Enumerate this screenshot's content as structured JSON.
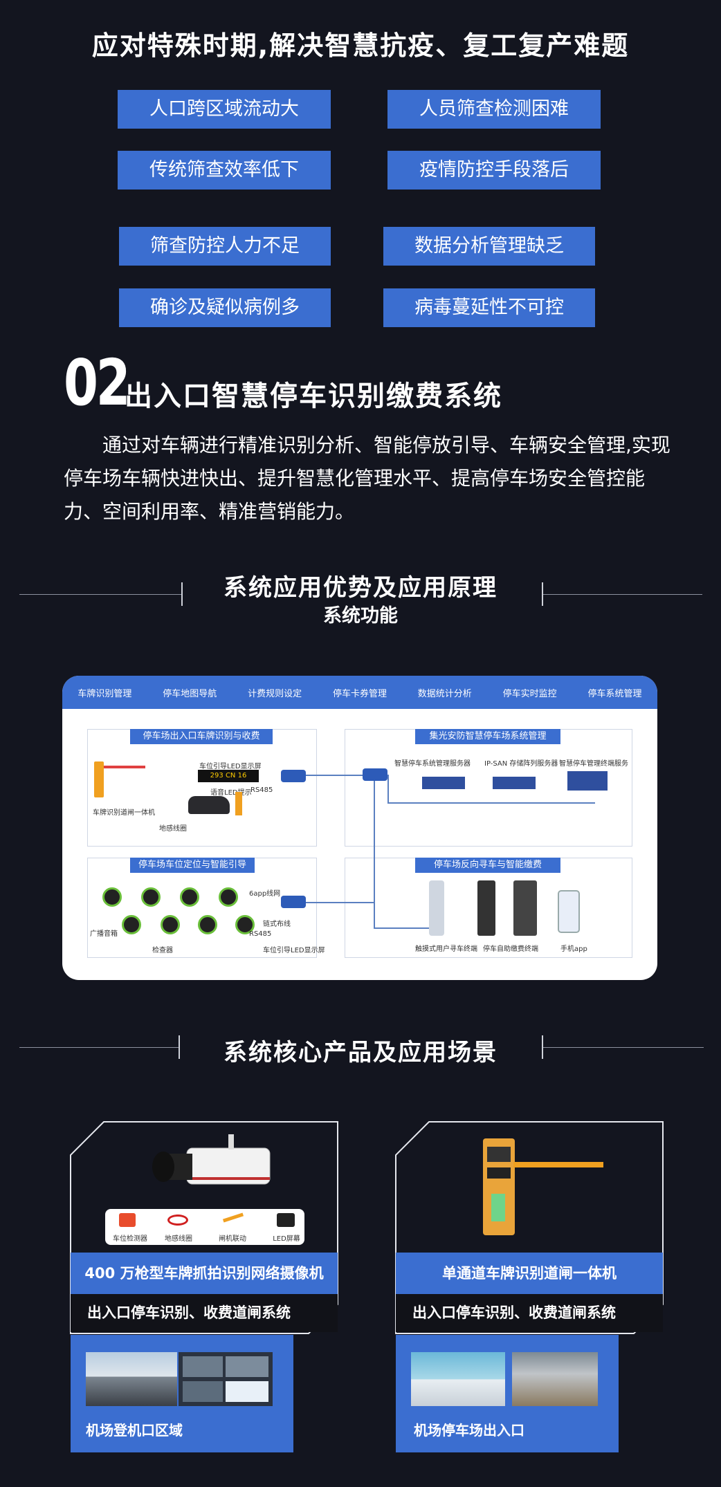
{
  "top_title": "应对特殊时期,解决智慧抗疫、复工复产难题",
  "problems": [
    "人口跨区域流动大",
    "人员筛查检测困难",
    "传统筛查效率低下",
    "疫情防控手段落后",
    "筛查防控人力不足",
    "数据分析管理缺乏",
    "确诊及疑似病例多",
    "病毒蔓延性不可控"
  ],
  "section": {
    "number": "02",
    "title": "出入口智慧停车识别缴费系统",
    "description": "通过对车辆进行精准识别分析、智能停放引导、车辆安全管理,实现停车场车辆快进快出、提升智慧化管理水平、提高停车场安全管控能力、空间利用率、精准营销能力。"
  },
  "advantages": {
    "title": "系统应用优势及应用原理",
    "subtitle": "系统功能"
  },
  "diagram": {
    "tabs": [
      "车牌识别管理",
      "停车地图导航",
      "计费规则设定",
      "停车卡券管理",
      "数据统计分析",
      "停车实时监控",
      "停车系统管理"
    ],
    "box1": {
      "title": "停车场出入口车牌识别与收费",
      "labels": [
        "车位引导LED显示屏",
        "语音LED提示",
        "RS485",
        "车牌识别道闸一体机",
        "地感线圈"
      ],
      "led": "293 CN 16"
    },
    "box2": {
      "title": "集光安防智慧停车场系统管理",
      "labels": [
        "智慧停车系统管理服务器",
        "IP-SAN 存储阵列服务器",
        "智慧停车管理终端服务"
      ]
    },
    "box3": {
      "title": "停车场车位定位与智能引导",
      "labels": [
        "6app线网",
        "链式布线",
        "RS485",
        "广播音箱",
        "检查器",
        "车位引导LED显示屏"
      ]
    },
    "box4": {
      "title": "停车场反向寻车与智能缴费",
      "labels": [
        "触摸式用户寻车终端",
        "停车自助缴费终端",
        "手机app"
      ]
    }
  },
  "core": {
    "title": "系统核心产品及应用场景"
  },
  "products": [
    {
      "name": "400 万枪型车牌抓拍识别网络摄像机",
      "system": "出入口停车识别、收费道闸系统",
      "scene": "机场登机口区域",
      "accessories": [
        "车位检测器",
        "地感线圈",
        "闸机联动",
        "LED屏幕"
      ]
    },
    {
      "name": "单通道车牌识别道闸一体机",
      "system": "出入口停车识别、收费道闸系统",
      "scene": "机场停车场出入口"
    }
  ]
}
